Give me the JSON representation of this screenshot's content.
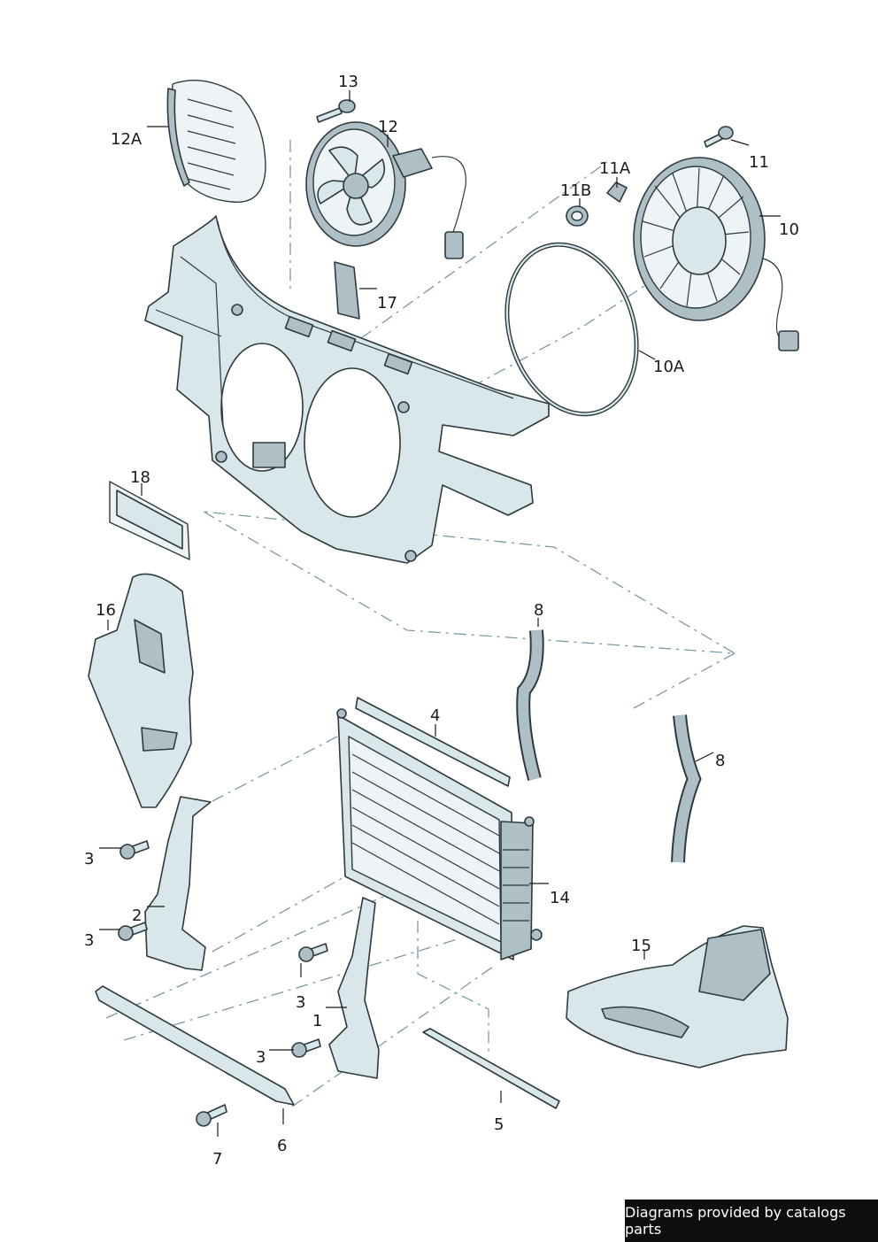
{
  "labels": {
    "p1": "1",
    "p2": "2",
    "p3a": "3",
    "p3b": "3",
    "p3c": "3",
    "p3d": "3",
    "p4": "4",
    "p5": "5",
    "p6": "6",
    "p7": "7",
    "p8a": "8",
    "p8b": "8",
    "p10": "10",
    "p10A": "10A",
    "p11": "11",
    "p11A": "11A",
    "p11B": "11B",
    "p12": "12",
    "p12A": "12A",
    "p13": "13",
    "p14": "14",
    "p15": "15",
    "p16": "16",
    "p17": "17",
    "p18": "18"
  },
  "credit": "Diagrams provided by catalogs parts"
}
